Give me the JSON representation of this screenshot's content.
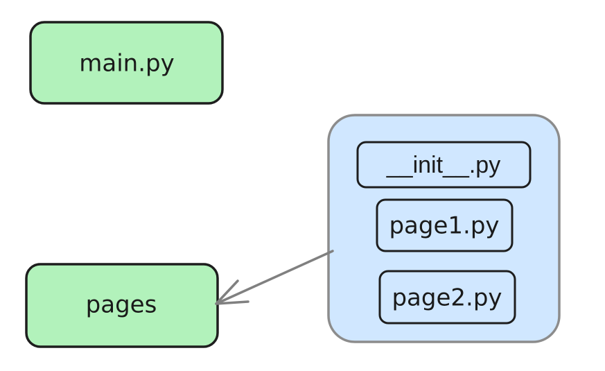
{
  "nodes": {
    "main": {
      "label": "main.py",
      "fill": "#b2f2bb",
      "stroke": "#1e1e1e"
    },
    "pages": {
      "label": "pages",
      "fill": "#b2f2bb",
      "stroke": "#1e1e1e"
    },
    "package": {
      "fill": "#d0e7ff",
      "stroke": "#8c8c8c"
    },
    "init": {
      "label": "__init__.py",
      "stroke": "#1e1e1e"
    },
    "page1": {
      "label": "page1.py",
      "stroke": "#1e1e1e"
    },
    "page2": {
      "label": "page2.py",
      "stroke": "#1e1e1e"
    }
  },
  "edges": {
    "package_to_pages": {
      "color": "#808080"
    }
  }
}
